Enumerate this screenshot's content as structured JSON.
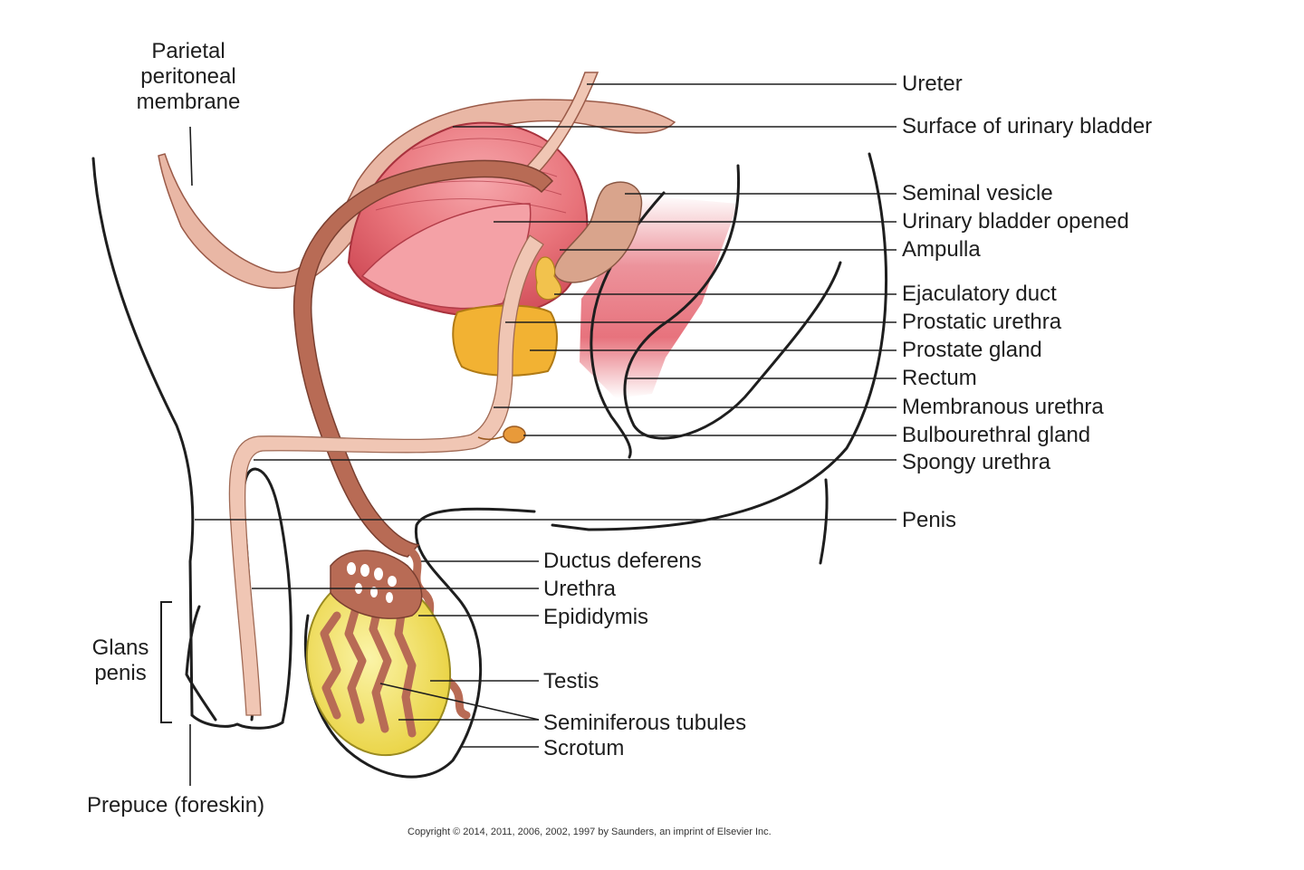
{
  "colors": {
    "outline": "#1e1e1e",
    "bladder": "#e8737a",
    "bladder_dark": "#c94450",
    "peritoneum": "#e9b7a5",
    "ductus": "#b86b55",
    "urethra_tube": "#f0c6b4",
    "prostate": "#f2b233",
    "testis": "#f3e36a",
    "rectum": "#e35a66"
  },
  "labels": {
    "parietal": [
      "Parietal",
      "peritoneal",
      "membrane"
    ],
    "ureter": "Ureter",
    "surface_bladder": "Surface of urinary bladder",
    "seminal_vesicle": "Seminal vesicle",
    "bladder_opened": "Urinary bladder opened",
    "ampulla": "Ampulla",
    "ejaculatory_duct": "Ejaculatory duct",
    "prostatic_urethra": "Prostatic urethra",
    "prostate_gland": "Prostate gland",
    "rectum": "Rectum",
    "membranous_urethra": "Membranous urethra",
    "bulbourethral_gland": "Bulbourethral gland",
    "spongy_urethra": "Spongy urethra",
    "penis": "Penis",
    "ductus_deferens": "Ductus deferens",
    "urethra": "Urethra",
    "epididymis": "Epididymis",
    "testis": "Testis",
    "seminiferous_tubules": "Seminiferous tubules",
    "scrotum": "Scrotum",
    "glans_penis": [
      "Glans",
      "penis"
    ],
    "prepuce": "Prepuce (foreskin)"
  },
  "copyright": "Copyright © 2014, 2011, 2006, 2002, 1997 by Saunders, an imprint of Elsevier Inc."
}
